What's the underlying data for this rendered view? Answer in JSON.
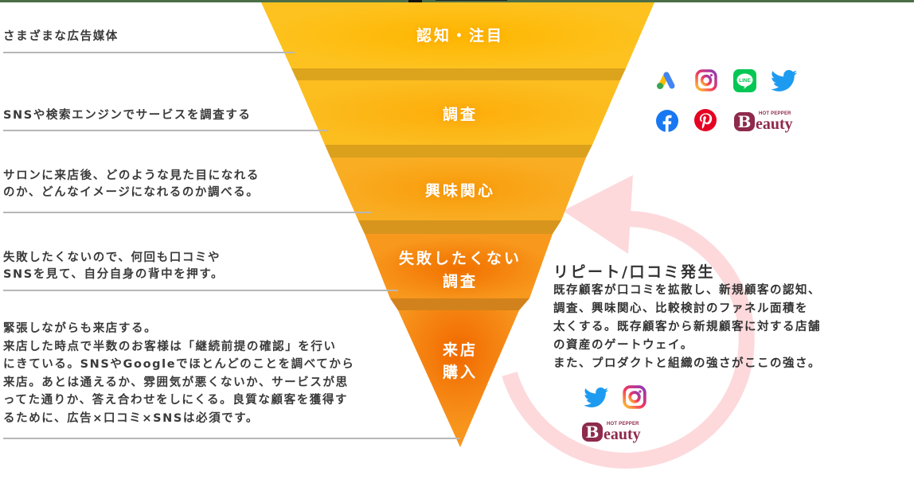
{
  "colors": {
    "funnel_yellow": "#fdc21f",
    "funnel_yellow_orange": "#f9ae23",
    "funnel_orange": "#f7941d",
    "funnel_shadow": "#dca41c",
    "rule": "#b7b7b7",
    "cycle_arrow": "#fdd9dc",
    "text": "#333333",
    "hotpepper": "#8e2a4b",
    "top_bar": "#4c6e47"
  },
  "funnel": {
    "stages": [
      {
        "label": "認知・注目",
        "description": "さまざまな広告媒体"
      },
      {
        "label": "調査",
        "description": "SNSや検索エンジンでサービスを調査する"
      },
      {
        "label": "興味関心",
        "description_lines": [
          "サロンに来店後、どのような見た目になれる",
          "のか、どんなイメージになれるのか調べる。"
        ]
      },
      {
        "label_lines": [
          "失敗したくない",
          "調査"
        ],
        "description_lines": [
          "失敗したくないので、何回も口コミや",
          "SNSを見て、自分自身の背中を押す。"
        ]
      },
      {
        "label_lines": [
          "来店",
          "購入"
        ],
        "description_lines": [
          "緊張しながらも来店する。",
          "来店した時点で半数のお客様は「継続前提の確認」を行い",
          "にきている。SNSやGoogleでほとんどのことを調べてから",
          "来店。あとは通えるか、雰囲気が悪くないか、サービスが思",
          "ってた通りか、答え合わせをしにくる。良質な顧客を獲得す",
          "るために、広告×口コミ×SNSは必須です。"
        ]
      }
    ]
  },
  "media_icons": {
    "top_group": [
      "google-ads-icon",
      "instagram-icon",
      "line-icon",
      "twitter-icon",
      "facebook-icon",
      "pinterest-icon",
      "hotpepper-beauty-logo"
    ],
    "line_label": "LINE",
    "hotpepper_small": "HOT PEPPER",
    "hotpepper_b": "B",
    "hotpepper_word": "eauty"
  },
  "repeat": {
    "title": "リピート/口コミ発生",
    "body_lines": [
      "既存顧客が口コミを拡散し、新規顧客の認知、",
      "調査、興味関心、比較検討のファネル面積を",
      "太くする。既存顧客から新規顧客に対する店舗",
      "の資産のゲートウェイ。",
      "また、プロダクトと組織の強さがここの強さ。"
    ],
    "icons": [
      "twitter-icon",
      "instagram-icon",
      "hotpepper-beauty-logo"
    ]
  }
}
